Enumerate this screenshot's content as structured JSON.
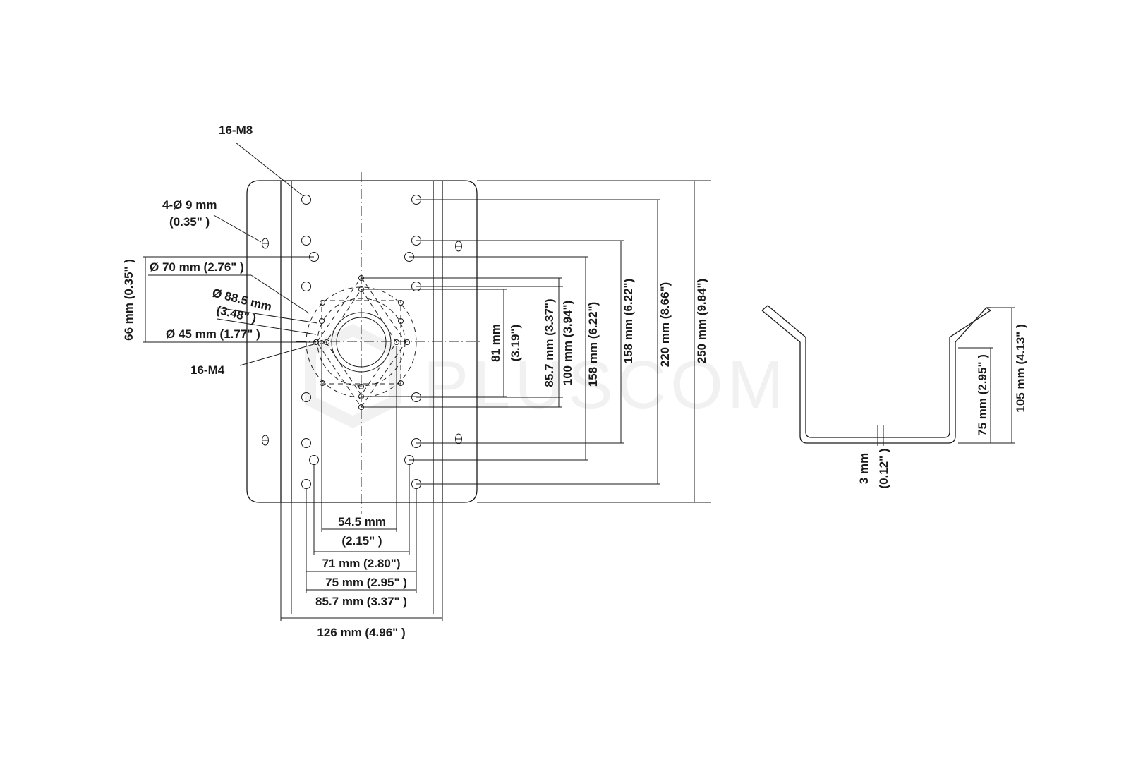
{
  "watermark": "PLUSCOM",
  "plate": {
    "callouts": {
      "m8": "16-M8",
      "slot_hole_1": "4-Ø 9 mm",
      "slot_hole_2": "(0.35\" )",
      "dia70": "Ø 70 mm (2.76\" )",
      "dia88_1": "Ø 88.5 mm",
      "dia88_2": "(3.48\" )",
      "dia45": "Ø 45 mm (1.77\" )",
      "m4": "16-M4"
    },
    "vertical_dims": {
      "d66": "66 mm (0.35\" )",
      "d81_1": "81 mm",
      "d81_2": "(3.19\")",
      "d857": "85.7 mm (3.37\")",
      "d100": "100 mm (3.94\")",
      "d158a": "158 mm (6.22\")",
      "d158b": "158 mm (6.22\")",
      "d220": "220 mm (8.66\")",
      "d250": "250 mm (9.84\")"
    },
    "horizontal_dims": {
      "d545_1": "54.5 mm",
      "d545_2": "(2.15\" )",
      "d71": "71 mm (2.80\")",
      "d75": "75 mm (2.95\" )",
      "d857": "85.7 mm (3.37\" )",
      "d126": "126 mm (4.96\" )"
    }
  },
  "profile": {
    "thickness_1": "3 mm",
    "thickness_2": "(0.12\" )",
    "d75": "75 mm (2.95\" )",
    "d105": "105 mm (4.13\" )"
  }
}
